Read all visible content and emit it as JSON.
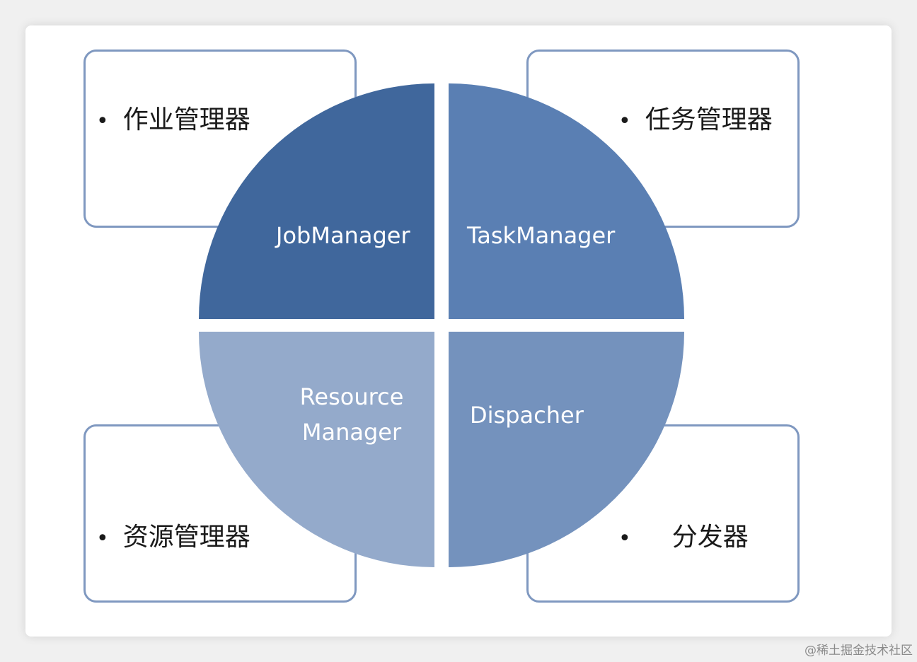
{
  "boxes": {
    "job_manager": "作业管理器",
    "task_manager": "任务管理器",
    "resource_manager": "资源管理器",
    "dispatcher": "分发器"
  },
  "quadrants": {
    "job_manager": "JobManager",
    "task_manager": "TaskManager",
    "resource_line1": "Resource",
    "resource_line2": "Manager",
    "dispatcher": "Dispacher"
  },
  "bullet": "•",
  "watermark": "@稀土掘金技术社区",
  "colors": {
    "quad_job": "#40679c",
    "quad_task": "#5a7fb3",
    "quad_resource": "#94aacb",
    "quad_dispatcher": "#7492bd",
    "box_border": "#7f98c0"
  }
}
